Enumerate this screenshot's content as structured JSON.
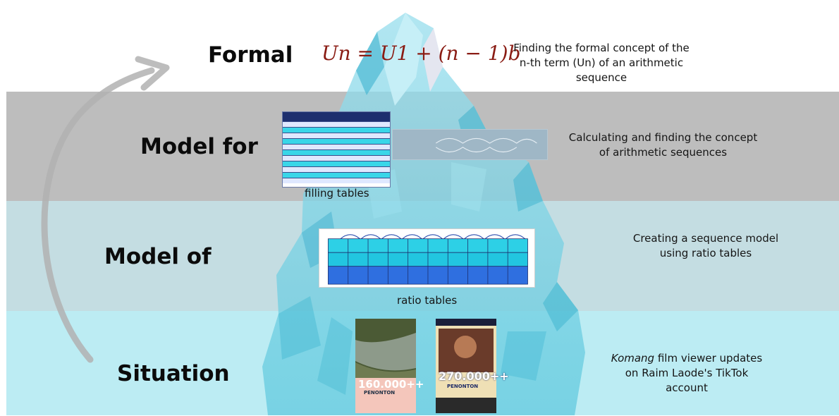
{
  "levels": {
    "formal": {
      "label": "Formal",
      "formula": "Un = U1 + (n − 1)b",
      "description": "Finding the formal concept of the n-th term (Un) of an arithmetic sequence"
    },
    "model_for": {
      "label": "Model for",
      "description": "Calculating and finding the concept of arithmetic sequences",
      "caption": "filling tables"
    },
    "model_of": {
      "label": "Model of",
      "description": "Creating a sequence model using ratio tables",
      "caption": "ratio tables"
    },
    "situation": {
      "label": "Situation",
      "description_italic": "Komang",
      "description_rest": " film viewer updates on Raim Laode's TikTok account",
      "screenshot_1_number": "160.000++",
      "screenshot_1_sub": "PENONTON",
      "screenshot_2_number": "270.000++",
      "screenshot_2_sub": "PENONTON"
    }
  },
  "colors": {
    "band_model_for": "#bdbdbd",
    "band_model_of": "#c4dde2",
    "band_situation": "#bcecf3",
    "formula": "#8a1c14",
    "iceberg": "#7fd3e4"
  }
}
